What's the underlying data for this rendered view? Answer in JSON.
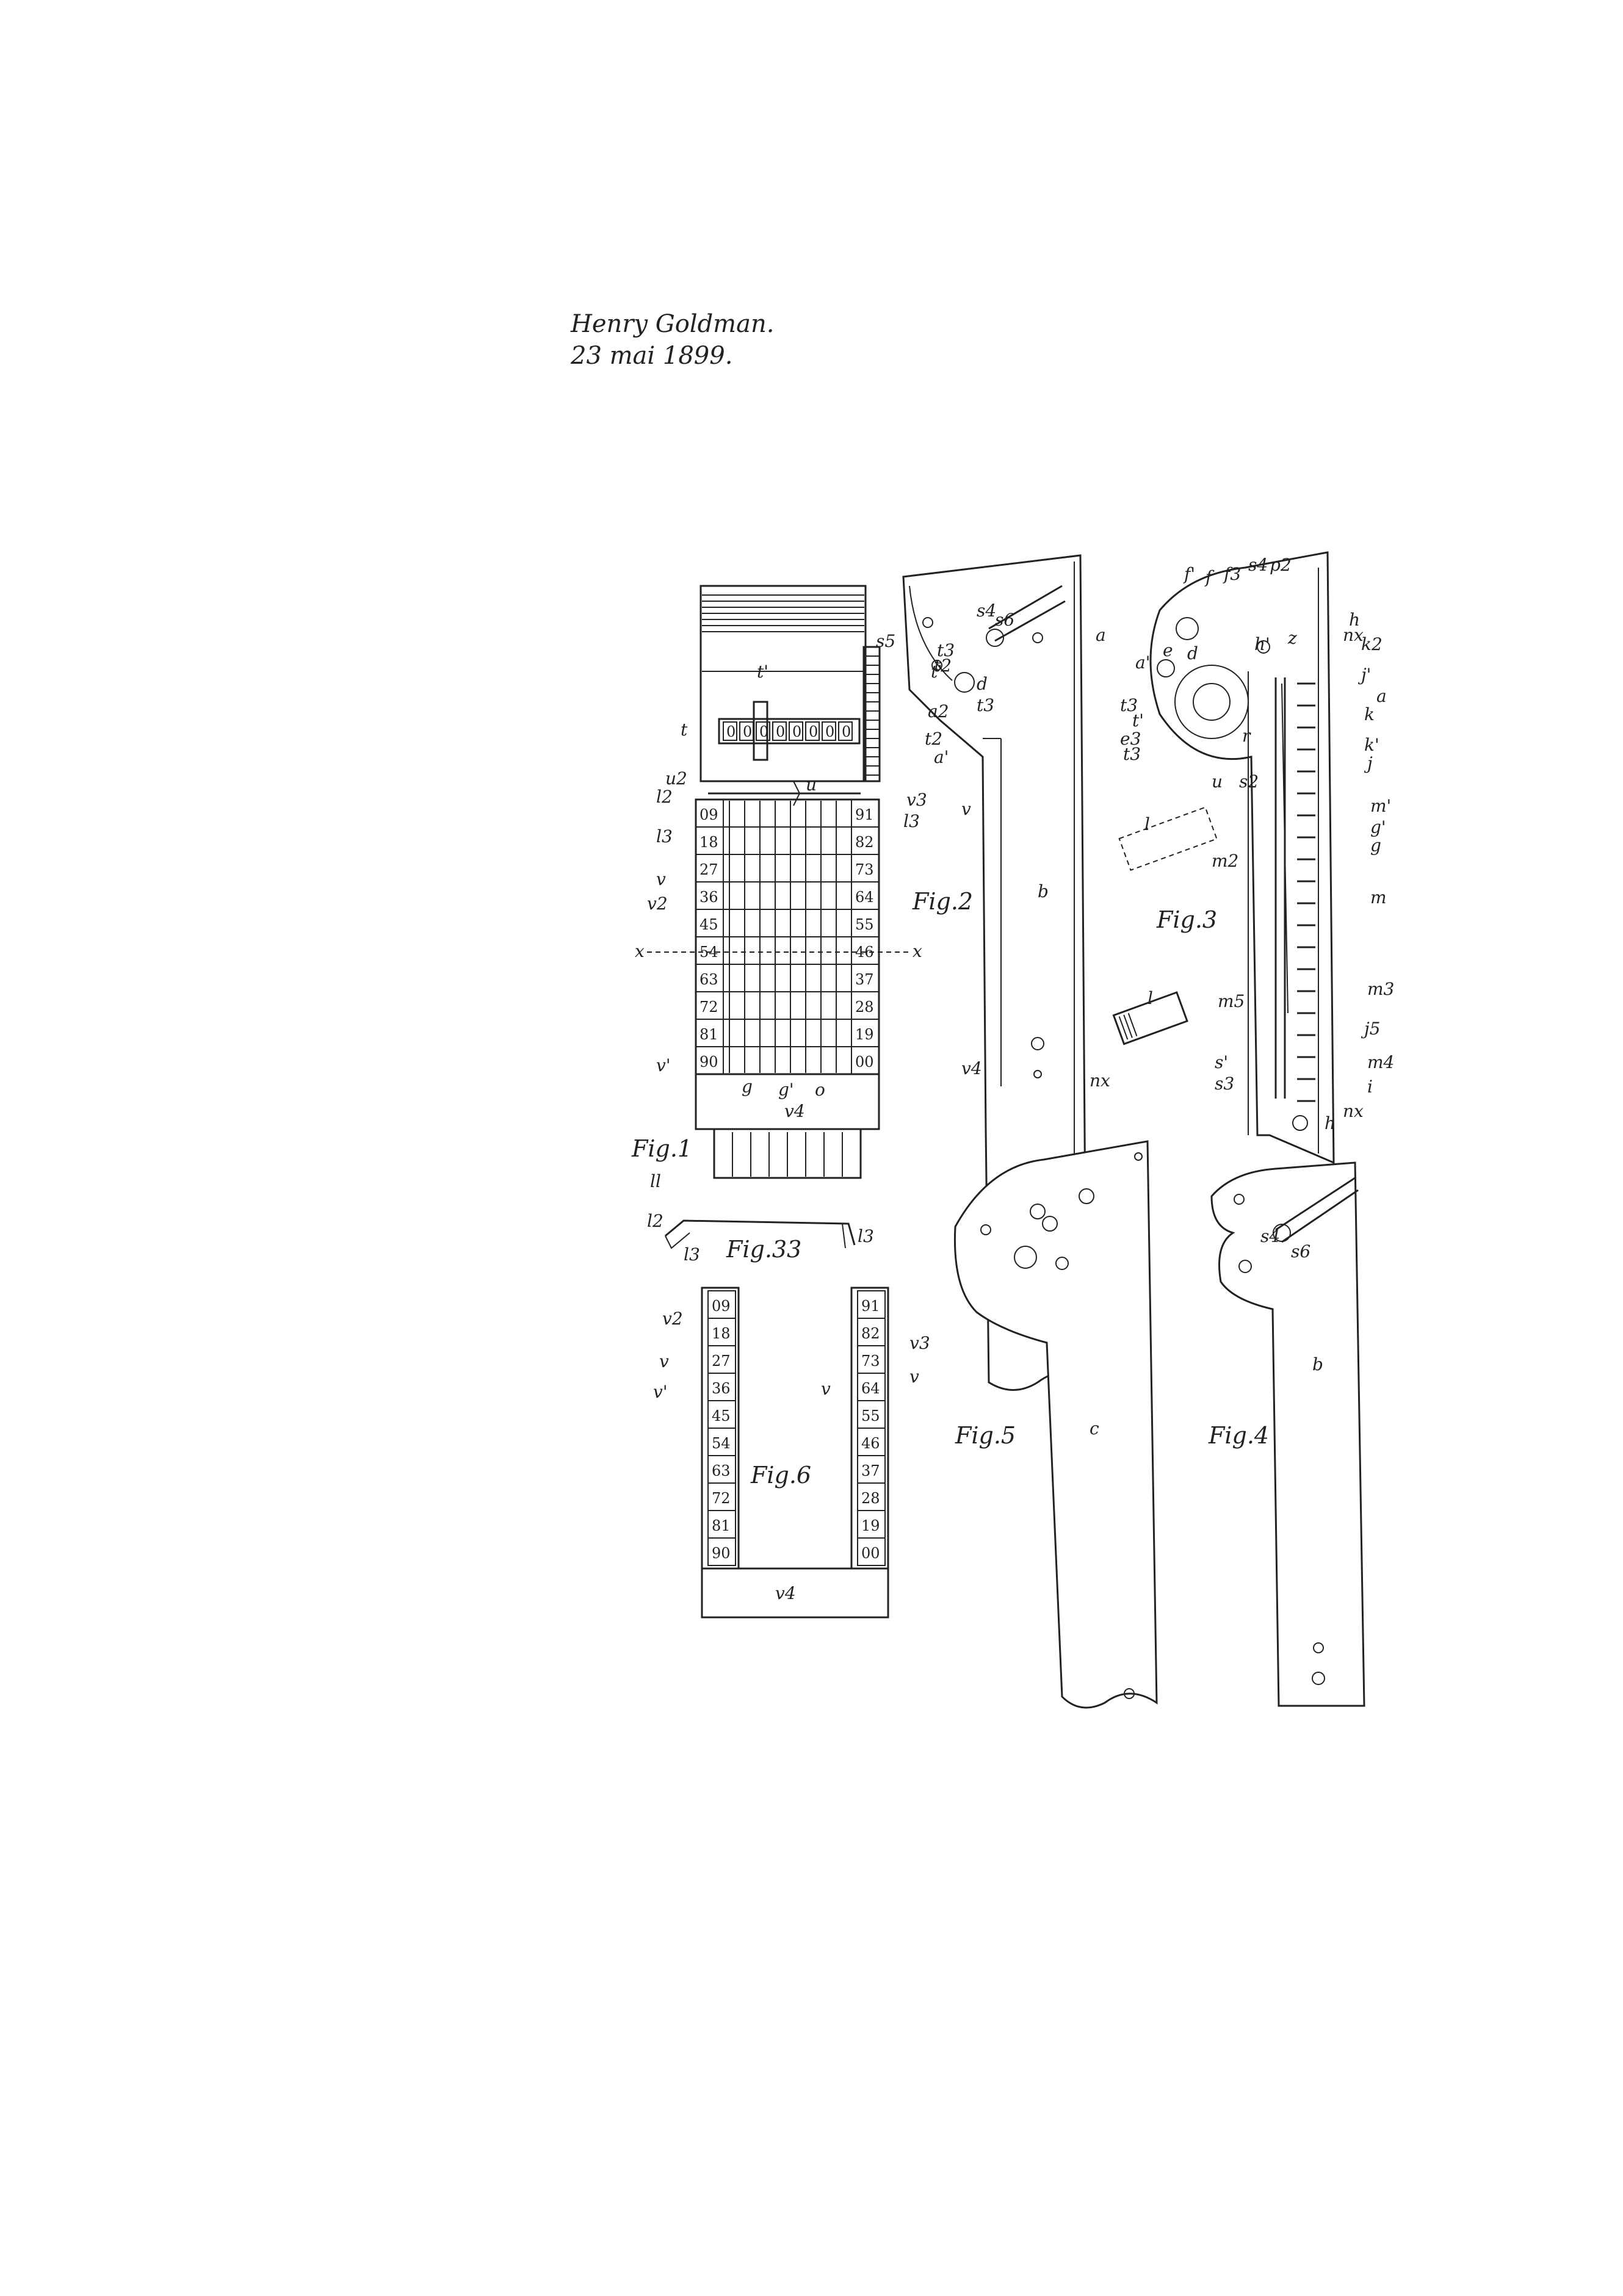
{
  "header": {
    "author": "Henry Goldman.",
    "date": "23 mai 1899."
  },
  "figures": {
    "fig1": "Fig.1",
    "fig2": "Fig.2",
    "fig3": "Fig.3",
    "fig4": "Fig.4",
    "fig5": "Fig.5",
    "fig6": "Fig.6",
    "fig33": "Fig.33"
  },
  "counter_digits": [
    "0",
    "0",
    "0",
    "0",
    "0",
    "0",
    "0",
    "0"
  ],
  "fig1_left_numbers": [
    "09",
    "18",
    "27",
    "36",
    "45",
    "54",
    "63",
    "72",
    "81",
    "90"
  ],
  "fig1_right_numbers": [
    "91",
    "82",
    "73",
    "64",
    "55",
    "46",
    "37",
    "28",
    "19",
    "00"
  ],
  "fig6_left_numbers": [
    "09",
    "18",
    "27",
    "36",
    "45",
    "54",
    "63",
    "72",
    "81",
    "90"
  ],
  "fig6_right_numbers": [
    "91",
    "82",
    "73",
    "64",
    "55",
    "46",
    "37",
    "28",
    "19",
    "00"
  ],
  "labels": {
    "fig1": {
      "s5": "s5",
      "t_prime": "t'",
      "t": "t",
      "u2": "u2",
      "u": "u",
      "l2": "l2",
      "l3_left": "l3",
      "v_left": "v",
      "v2_left": "v2",
      "x_left": "x",
      "x_right": "x",
      "v1": "v'",
      "v3": "v3",
      "l3_right": "l3",
      "g": "g",
      "g1": "g'",
      "o": "o",
      "v4": "v4",
      "ll": "ll"
    },
    "fig33": {
      "l2": "l2",
      "l3_left": "l3",
      "l3_right": "l3"
    },
    "fig6": {
      "v2": "v2",
      "v": "v",
      "v1": "v'",
      "v_mid": "v",
      "v3": "v3",
      "v_right": "v",
      "v4": "v4"
    },
    "fig2": {
      "a": "a",
      "s4": "s4",
      "s6": "s6",
      "t3_top": "t3",
      "t_prime": "t'",
      "t2_top": "t2",
      "a2": "a2",
      "d": "d",
      "t2": "t2",
      "t3": "t3",
      "a1": "a'",
      "v": "v",
      "b": "b",
      "v4": "v4",
      "nx": "nx"
    },
    "fig3": {
      "f1": "f'",
      "f": "f",
      "f3": "f3",
      "s4": "s4",
      "p2": "p2",
      "h_top": "h",
      "nx_top": "nx",
      "a1": "a'",
      "e": "e",
      "d": "d",
      "h1": "h'",
      "z": "z",
      "k2": "k2",
      "j1": "j'",
      "t3_a": "t3",
      "e3": "e3",
      "a": "a",
      "t_prime": "t'",
      "k": "k",
      "r": "r",
      "k1": "k'",
      "t3_b": "t3",
      "j": "j",
      "u": "u",
      "s2": "s2",
      "m1": "m'",
      "g1": "g'",
      "g": "g",
      "l_top": "l",
      "m2": "m2",
      "m": "m",
      "m3": "m3",
      "l_bottom": "l",
      "m5": "m5",
      "j5": "j5",
      "s1": "s'",
      "m4": "m4",
      "s3": "s3",
      "i": "i",
      "h_bottom": "h",
      "nx_bottom": "nx"
    },
    "fig4": {
      "s4": "s4",
      "s6": "s6",
      "b": "b"
    },
    "fig5": {
      "c": "c"
    }
  }
}
